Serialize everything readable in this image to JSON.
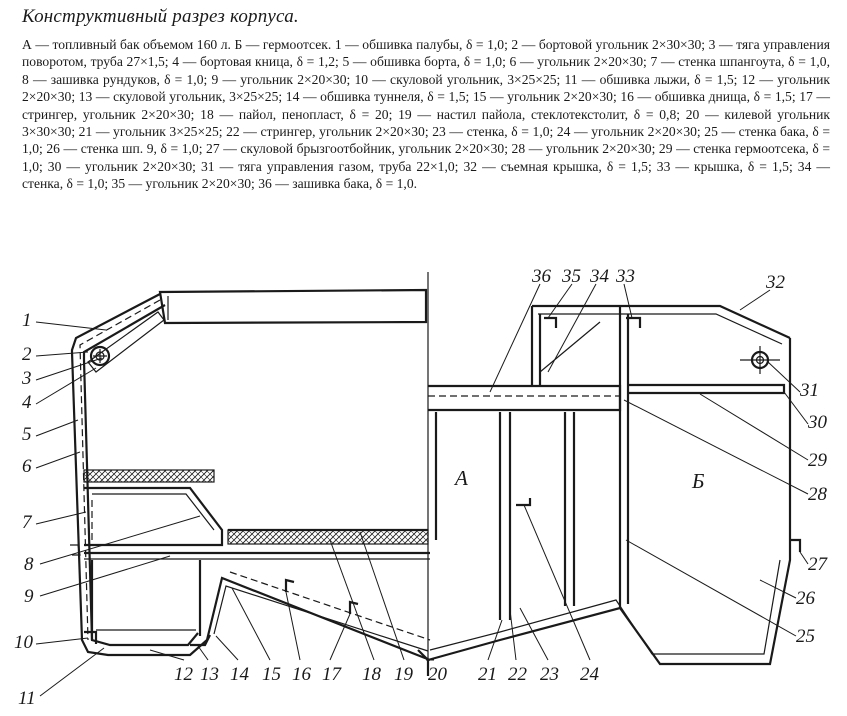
{
  "title": "Конструктивный разрез корпуса.",
  "legend": "А — топливный бак объемом 160 л. Б — гермоотсек. 1 — обшивка палубы, δ = 1,0; 2 — бортовой угольник 2×30×30; 3 — тяга управления поворотом, труба 27×1,5; 4 — бортовая кница, δ = 1,2; 5 — обшивка борта, δ = 1,0; 6 — угольник 2×20×30; 7 — стенка шпангоута, δ = 1,0, 8 — зашивка рундуков, δ = 1,0; 9 — угольник 2×20×30; 10 — скуловой угольник, 3×25×25; 11 — обшивка лыжи, δ = 1,5; 12 — угольник 2×20×30; 13 — скуловой угольник, 3×25×25; 14 — обшивка туннеля, δ = 1,5; 15 — угольник 2×20×30; 16 — обшивка днища, δ = 1,5; 17 — стрингер, угольник 2×20×30; 18 — пайол, пенопласт, δ = 20; 19 — настил пайола, стеклотекстолит, δ = 0,8; 20 — килевой угольник 3×30×30; 21 — угольник 3×25×25; 22 — стрингер, угольник 2×20×30; 23 — стенка, δ = 1,0; 24 — угольник 2×20×30; 25 — стенка бака, δ = 1,0; 26 — стенка шп. 9, δ = 1,0; 27 — скуловой брызгоотбойник, угольник 2×20×30; 28 — угольник 2×20×30; 29 — стенка гермоотсека, δ = 1,0; 30 — угольник 2×20×30; 31 — тяга управления газом, труба 22×1,0; 32 — съемная крышка, δ = 1,5; 33 — крышка, δ = 1,5; 34 — стенка, δ = 1,0; 35 — угольник 2×20×30; 36 — зашивка бака, δ = 1,0.",
  "labels": {
    "tank": "А",
    "compartment": "Б",
    "n1": "1",
    "n2": "2",
    "n3": "3",
    "n4": "4",
    "n5": "5",
    "n6": "6",
    "n7": "7",
    "n8": "8",
    "n9": "9",
    "n10": "10",
    "n11": "11",
    "n12": "12",
    "n13": "13",
    "n14": "14",
    "n15": "15",
    "n16": "16",
    "n17": "17",
    "n18": "18",
    "n19": "19",
    "n20": "20",
    "n21": "21",
    "n22": "22",
    "n23": "23",
    "n24": "24",
    "n25": "25",
    "n26": "26",
    "n27": "27",
    "n28": "28",
    "n29": "29",
    "n30": "30",
    "n31": "31",
    "n32": "32",
    "n33": "33",
    "n34": "34",
    "n35": "35",
    "n36": "36"
  }
}
